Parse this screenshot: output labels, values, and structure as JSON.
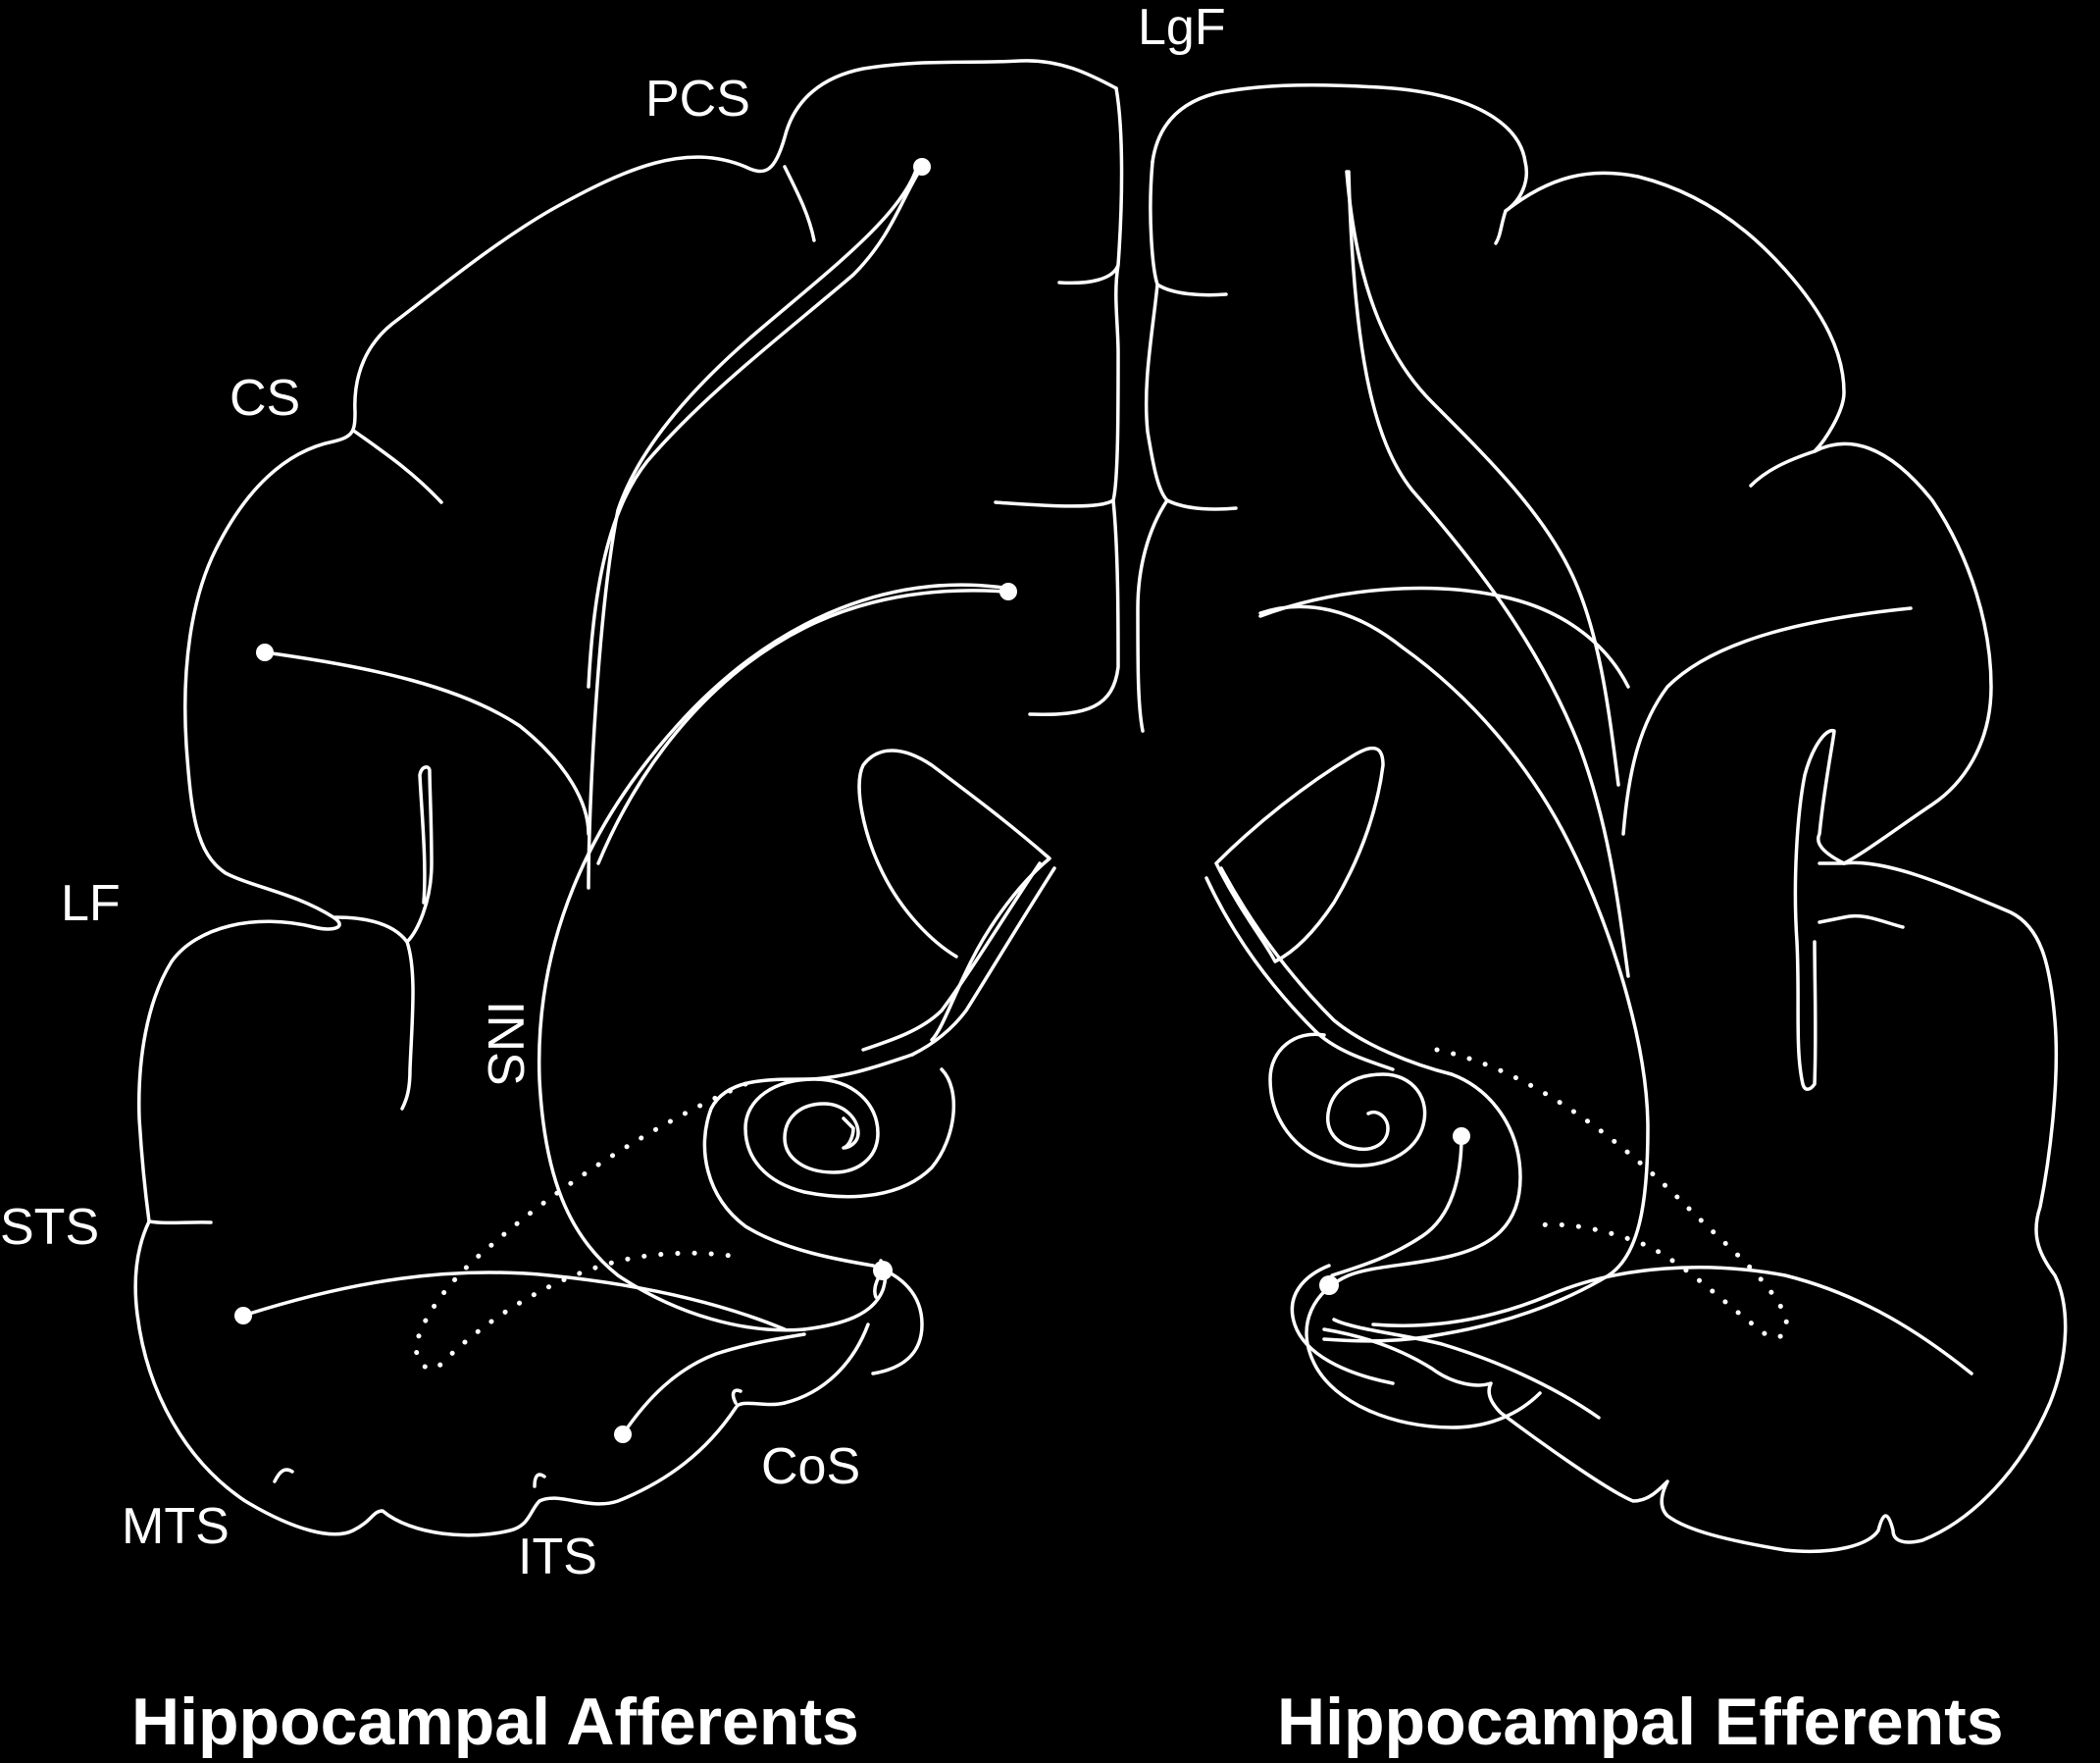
{
  "labels": {
    "lgf": "LgF",
    "pcs": "PCS",
    "cs": "CS",
    "lf": "LF",
    "ins": "INS",
    "sts": "STS",
    "mts": "MTS",
    "its": "ITS",
    "cos": "CoS"
  },
  "titles": {
    "afferents": "Hippocampal Afferents",
    "efferents": "Hippocampal Efferents"
  },
  "colors": {
    "background": "#000000",
    "line": "#ffffff"
  }
}
